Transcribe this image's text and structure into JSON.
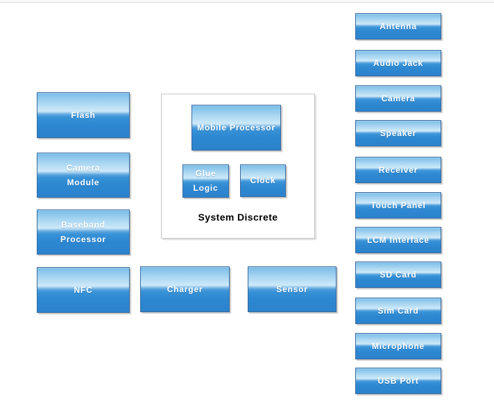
{
  "diagram": {
    "left_column": {
      "flash": "Flash",
      "camera_module": "Camera\nModule",
      "baseband_processor": "Baseband\nProcessor",
      "nfc": "NFC"
    },
    "bottom_row": {
      "charger": "Charger",
      "sensor": "Sensor"
    },
    "system_discrete": {
      "label": "System Discrete",
      "mobile_processor": "Mobile Processor",
      "glue_logic": "Glue\nLogic",
      "clock": "Clock"
    },
    "right_column": {
      "antenna": "Antenna",
      "audio_jack": "Audio Jack",
      "camera": "Camera",
      "speaker": "Speaker",
      "receiver": "Receiver",
      "touch_panel": "Touch Panel",
      "lcm_interface": "LCM Interface",
      "sd_card": "SD Card",
      "sim_card": "Sim Card",
      "microphone": "Microphone",
      "usb_port": "USB Port"
    },
    "colors": {
      "block_gradient_top": "#79bde9",
      "block_gradient_highlight": "#cde9f9",
      "block_gradient_bottom": "#2b83cc",
      "block_border": "#38699e",
      "block_text": "#ffffff",
      "group_border": "#c6c6c6",
      "group_label_text": "#000000",
      "background": "#ffffff"
    }
  }
}
